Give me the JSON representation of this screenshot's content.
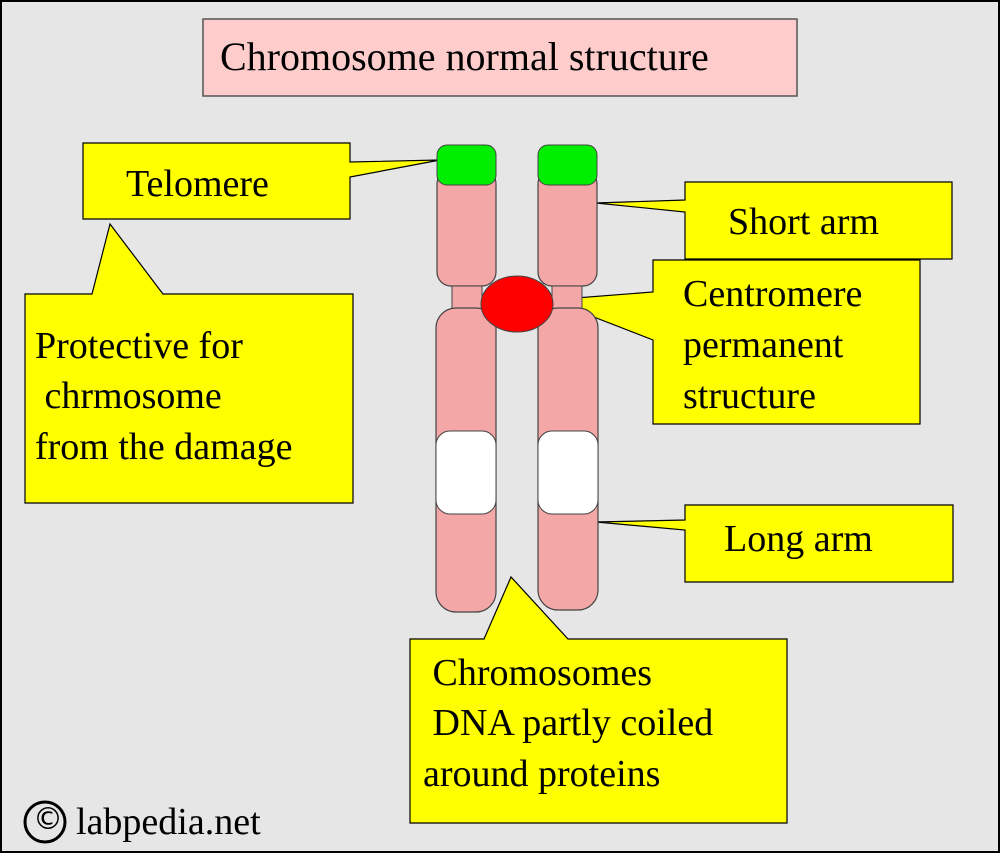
{
  "title": "Chromosome normal structure",
  "labels": {
    "telomere": "Telomere",
    "short_arm": "Short arm",
    "centromere": [
      "Centromere",
      "permanent",
      "structure"
    ],
    "long_arm": "Long arm",
    "protective": [
      "Protective for",
      " chrmosome",
      "from the damage"
    ],
    "chromosomes": [
      " Chromosomes",
      " DNA partly coiled",
      "around proteins"
    ]
  },
  "watermark": "labpedia.net",
  "watermark_symbol": "©",
  "colors": {
    "background": "#e6e6e6",
    "title_box": "#ffcccc",
    "callout": "#ffff00",
    "chromatid": "#f4a7a7",
    "telomere": "#00ee00",
    "centromere": "#ff0000",
    "band": "#ffffff"
  }
}
